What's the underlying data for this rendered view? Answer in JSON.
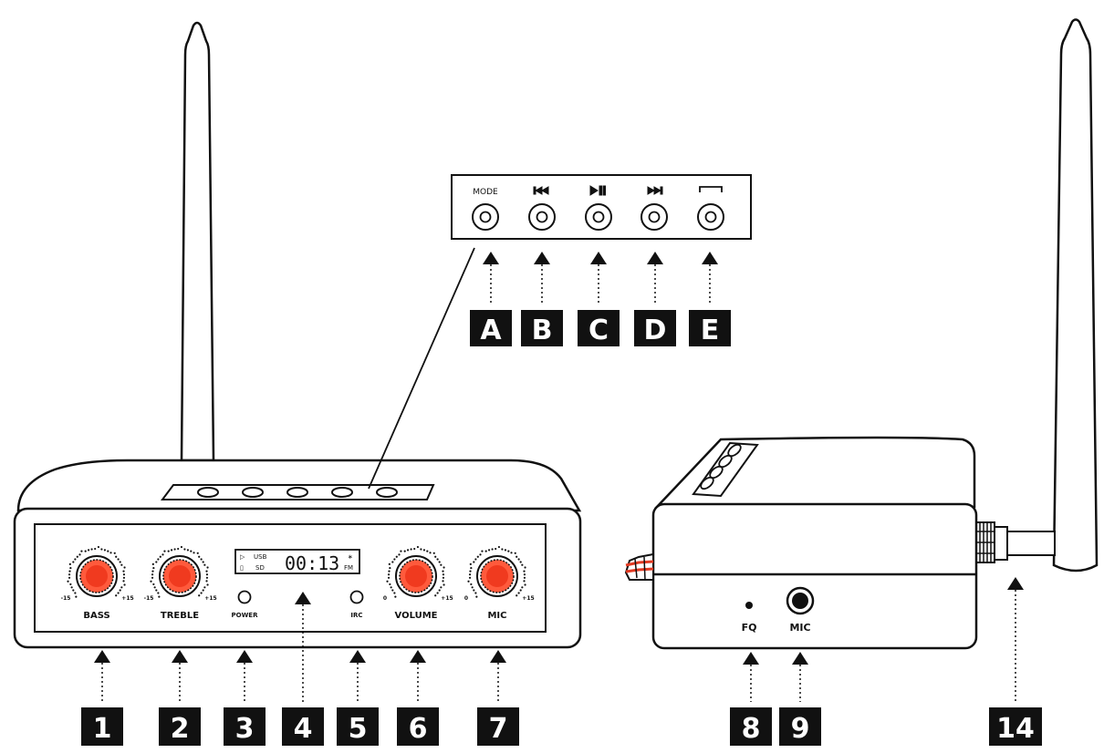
{
  "colors": {
    "knob": "#ff5a3c",
    "knob_inner": "#f03a1f",
    "line": "#111111",
    "background": "#ffffff",
    "callout_box": "#111111"
  },
  "front_panel": {
    "knobs": [
      {
        "label": "BASS",
        "min_mark": "-15",
        "max_mark": "+15"
      },
      {
        "label": "TREBLE",
        "min_mark": "-15",
        "max_mark": "+15"
      },
      {
        "label": "VOLUME",
        "min_mark": "0",
        "max_mark": "+15"
      },
      {
        "label": "MIC",
        "min_mark": "0",
        "max_mark": "+15"
      }
    ],
    "power_label": "POWER",
    "ir_label": "IRC",
    "display": {
      "time": "00:13",
      "usb": "USB",
      "sd": "SD",
      "fm": "FM",
      "bt": "∗"
    }
  },
  "button_panel": {
    "buttons": [
      {
        "label": "MODE",
        "icon": "mode-label"
      },
      {
        "label": "",
        "icon": "previous-track-icon"
      },
      {
        "label": "",
        "icon": "play-pause-icon"
      },
      {
        "label": "",
        "icon": "next-track-icon"
      },
      {
        "label": "",
        "icon": "bracket-icon"
      }
    ]
  },
  "side_panel": {
    "fq_label": "FQ",
    "mic_label": "MIC"
  },
  "callouts_letters": [
    "A",
    "B",
    "C",
    "D",
    "E"
  ],
  "callouts_numbers": [
    "1",
    "2",
    "3",
    "4",
    "5",
    "6",
    "7",
    "8",
    "9",
    "14"
  ]
}
